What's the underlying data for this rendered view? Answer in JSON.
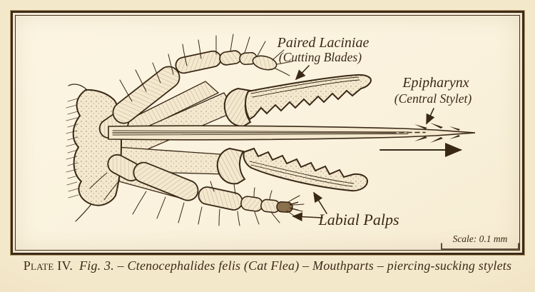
{
  "colors": {
    "paper_outer": "#f1e3c5",
    "paper_inner": "#faf2dd",
    "ink": "#3a2817",
    "ink_soft": "#6b5639",
    "sclerite_fill": "#f4e9ce"
  },
  "labels": {
    "paired_laciniae_line1": "Paired Laciniae",
    "paired_laciniae_line2": "(Cutting Blades)",
    "epipharynx_line1": "Epipharynx",
    "epipharynx_line2": "(Central Stylet)",
    "labial_palps": "Labial Palps"
  },
  "scale_bar": {
    "label": "Scale: 0.1 mm"
  },
  "caption": {
    "plate": "Plate IV.",
    "figure": "Fig. 3. – Ctenocephalides felis (Cat Flea) – Mouthparts – piercing-sucking stylets"
  }
}
